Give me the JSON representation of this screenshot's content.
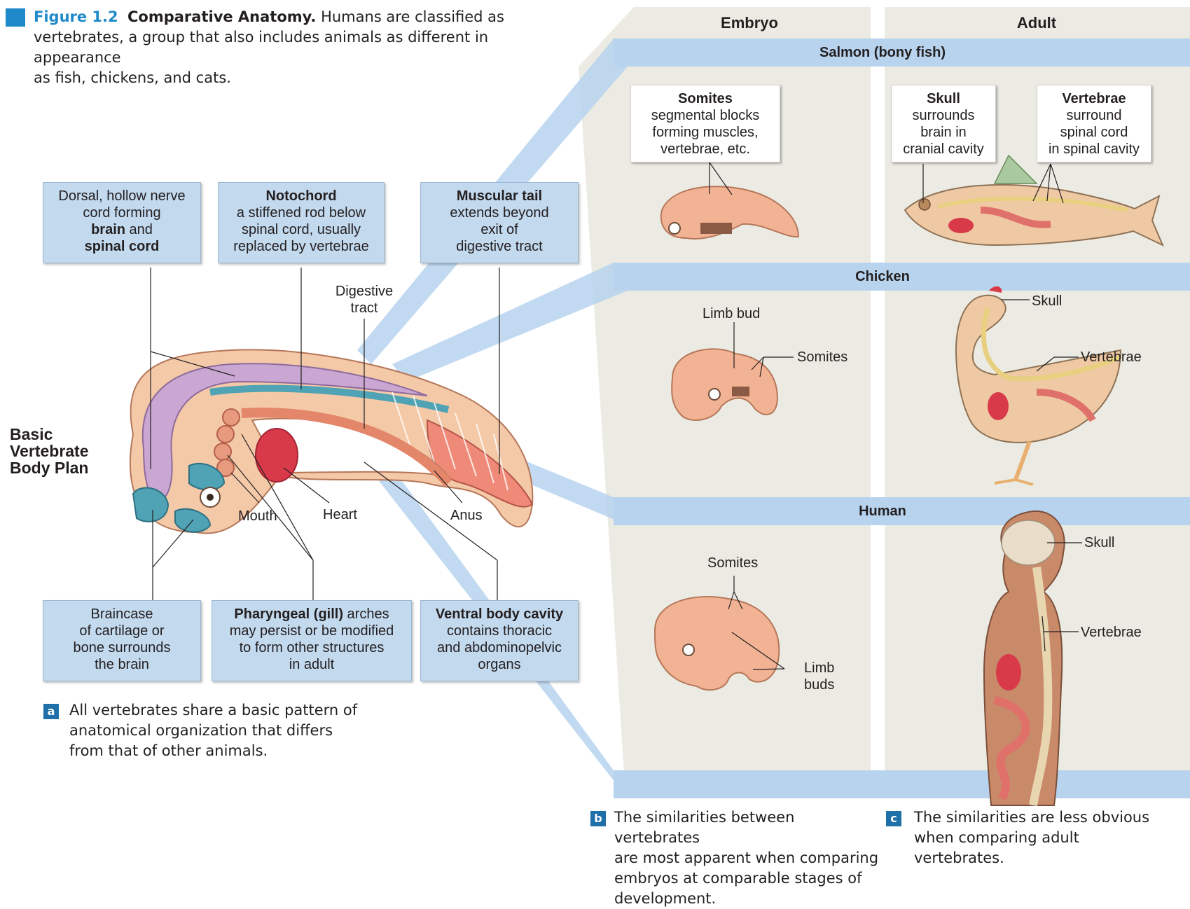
{
  "figure": {
    "number": "Figure 1.2",
    "title": "Comparative Anatomy.",
    "caption_lines": [
      "Humans are classified as",
      "vertebrates, a group that also includes animals as different in appearance",
      "as fish, chickens, and cats."
    ]
  },
  "columns": {
    "embryo": "Embryo",
    "adult": "Adult"
  },
  "bands": {
    "salmon": "Salmon (bony fish)",
    "chicken": "Chicken",
    "human": "Human"
  },
  "panel_a": {
    "title_lines": [
      "Basic",
      "Vertebrate",
      "Body Plan"
    ],
    "nerve_box": {
      "lines": [
        "Dorsal, hollow nerve",
        "cord forming"
      ],
      "bold1": "brain",
      "and": " and",
      "bold2": "spinal cord"
    },
    "notochord_box": {
      "title": "Notochord",
      "lines": [
        "a stiffened rod below",
        "spinal cord, usually",
        "replaced by vertebrae"
      ]
    },
    "tail_box": {
      "title": "Muscular tail",
      "lines": [
        "extends beyond",
        "exit of",
        "digestive tract"
      ]
    },
    "braincase_box": {
      "lines": [
        "Braincase",
        "of cartilage or",
        "bone surrounds",
        "the brain"
      ]
    },
    "pharyngeal_box": {
      "bold": "Pharyngeal (gill)",
      "rest": " arches",
      "lines": [
        "may persist or be modified",
        "to form other structures",
        "in adult"
      ]
    },
    "ventral_box": {
      "title": "Ventral body cavity",
      "lines": [
        "contains thoracic",
        "and abdominopelvic",
        "organs"
      ]
    },
    "labels": {
      "digestive_1": "Digestive",
      "digestive_2": "tract",
      "mouth": "Mouth",
      "heart": "Heart",
      "anus": "Anus"
    },
    "note_tag": "a",
    "note_lines": [
      "All vertebrates share a basic pattern of",
      "anatomical organization that differs",
      "from that of other animals."
    ]
  },
  "salmon": {
    "somites_box": {
      "title": "Somites",
      "lines": [
        "segmental blocks",
        "forming muscles,",
        "vertebrae, etc."
      ]
    },
    "skull_box": {
      "title": "Skull",
      "lines": [
        "surrounds",
        "brain in",
        "cranial cavity"
      ]
    },
    "vertebrae_box": {
      "title": "Vertebrae",
      "lines": [
        "surround",
        "spinal cord",
        "in spinal cavity"
      ]
    }
  },
  "chicken": {
    "limb_bud": "Limb bud",
    "somites": "Somites",
    "skull": "Skull",
    "vertebrae": "Vertebrae"
  },
  "human": {
    "somites": "Somites",
    "limb_1": "Limb",
    "limb_2": "buds",
    "skull": "Skull",
    "vertebrae": "Vertebrae"
  },
  "note_b": {
    "tag": "b",
    "lines": [
      "The similarities between vertebrates",
      "are most apparent when comparing",
      "embryos at comparable stages of",
      "development."
    ]
  },
  "note_c": {
    "tag": "c",
    "lines": [
      "The similarities are less obvious",
      "when comparing adult",
      "vertebrates."
    ]
  },
  "colors": {
    "blue_band": "#b7d3ee",
    "box_blue": "#c3d9ee",
    "panel_bg": "#ecebe3",
    "flesh": "#f2b394",
    "purple": "#c9a7d2",
    "teal": "#4fa3b5",
    "red": "#d93a4a",
    "accent_blue": "#1f6fa8"
  }
}
